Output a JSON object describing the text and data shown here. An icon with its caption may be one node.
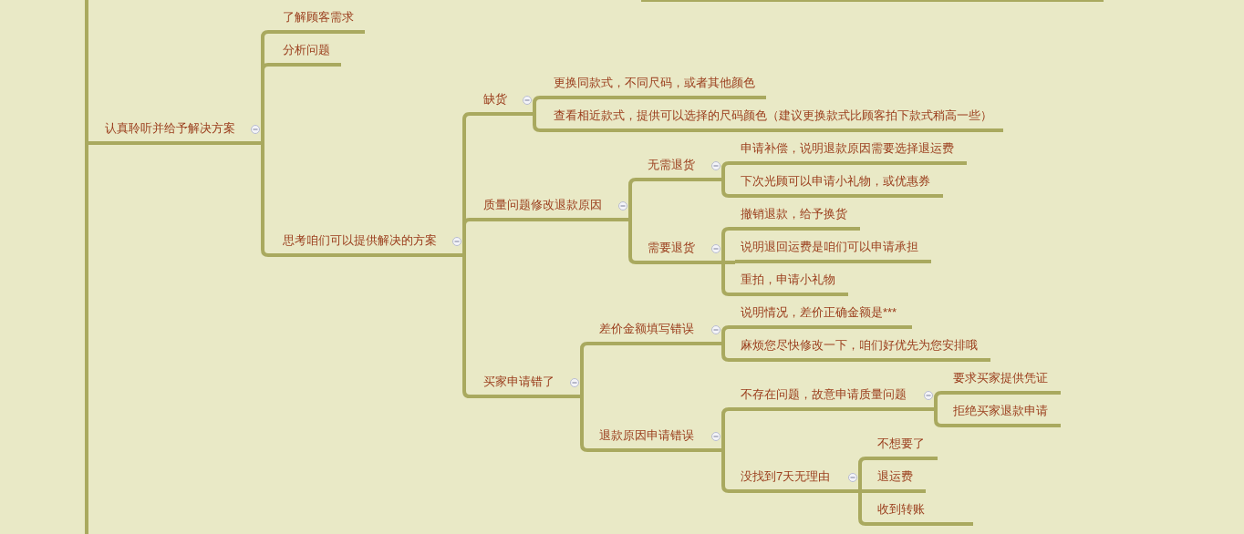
{
  "diagram": {
    "nodes": [
      {
        "text": [
          "认真聆听并给予解决方案"
        ]
      },
      {
        "text": [
          "了解顾客需求"
        ]
      },
      {
        "text": [
          "分析问题"
        ]
      },
      {
        "text": [
          "思考咱们可以提供解决的方案"
        ]
      },
      {
        "text": [
          "缺货"
        ]
      },
      {
        "text": [
          "更换同款式，不同尺码，或者其他颜色"
        ]
      },
      {
        "text": [
          "查看相近款式，提供可以选择的尺码颜色（建议更换款式比顾客拍下款式稍高一些）"
        ]
      },
      {
        "text": [
          "质量问题修改退款原因"
        ]
      },
      {
        "text": [
          "无需退货"
        ]
      },
      {
        "text": [
          "申请补偿，说明退款原因需要选择退运费"
        ]
      },
      {
        "text": [
          "下次光顾可以申请小礼物，或优惠券"
        ]
      },
      {
        "text": [
          "需要退货"
        ]
      },
      {
        "text": [
          "撤销退款，给予换货"
        ]
      },
      {
        "text": [
          "说明退回运费是咱们可以申请承担"
        ]
      },
      {
        "text": [
          "重拍，申请小礼物"
        ]
      },
      {
        "text": [
          "买家申请错了"
        ]
      },
      {
        "text": [
          "差价金额填写错误"
        ]
      },
      {
        "text": [
          "说明情况，差价正确金额是***"
        ]
      },
      {
        "text": [
          "麻烦您尽快修改一下，咱们好优先为您安排哦"
        ]
      },
      {
        "text": [
          "退款原因申请错误"
        ]
      },
      {
        "text": [
          "不存在问题，故意申请质量问题"
        ]
      },
      {
        "text": [
          "要求买家提供凭证"
        ]
      },
      {
        "text": [
          "拒绝买家退款申请"
        ]
      },
      {
        "text": [
          "没找到7天无理由"
        ]
      },
      {
        "text": [
          "不想要了"
        ]
      },
      {
        "text": [
          "退运费"
        ]
      },
      {
        "text": [
          "收到转账"
        ]
      }
    ],
    "edges": [
      {
        "from": 0,
        "to": 1,
        "arrow": "none"
      },
      {
        "from": 0,
        "to": 2,
        "arrow": "none"
      },
      {
        "from": 0,
        "to": 3,
        "arrow": "none"
      },
      {
        "from": 3,
        "to": 4,
        "arrow": "none"
      },
      {
        "from": 4,
        "to": 5,
        "arrow": "none"
      },
      {
        "from": 4,
        "to": 6,
        "arrow": "none"
      },
      {
        "from": 3,
        "to": 7,
        "arrow": "none"
      },
      {
        "from": 7,
        "to": 8,
        "arrow": "none"
      },
      {
        "from": 8,
        "to": 9,
        "arrow": "none"
      },
      {
        "from": 8,
        "to": 10,
        "arrow": "none"
      },
      {
        "from": 7,
        "to": 11,
        "arrow": "none"
      },
      {
        "from": 11,
        "to": 12,
        "arrow": "none"
      },
      {
        "from": 11,
        "to": 13,
        "arrow": "none"
      },
      {
        "from": 11,
        "to": 14,
        "arrow": "none"
      },
      {
        "from": 3,
        "to": 15,
        "arrow": "none"
      },
      {
        "from": 15,
        "to": 16,
        "arrow": "none"
      },
      {
        "from": 16,
        "to": 17,
        "arrow": "none"
      },
      {
        "from": 16,
        "to": 18,
        "arrow": "none"
      },
      {
        "from": 15,
        "to": 19,
        "arrow": "none"
      },
      {
        "from": 19,
        "to": 20,
        "arrow": "none"
      },
      {
        "from": 20,
        "to": 21,
        "arrow": "none"
      },
      {
        "from": 20,
        "to": 22,
        "arrow": "none"
      },
      {
        "from": 19,
        "to": 23,
        "arrow": "none"
      },
      {
        "from": 23,
        "to": 24,
        "arrow": "none"
      },
      {
        "from": 23,
        "to": 25,
        "arrow": "none"
      },
      {
        "from": 23,
        "to": 26,
        "arrow": "none"
      }
    ]
  }
}
